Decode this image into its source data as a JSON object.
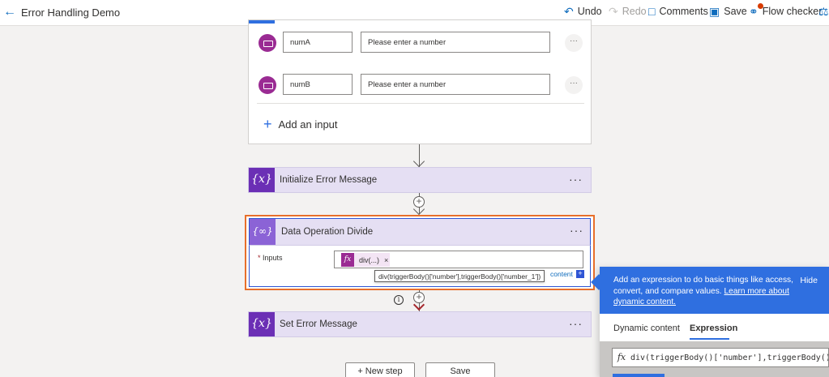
{
  "topbar": {
    "title": "Error Handling Demo",
    "undo": "Undo",
    "redo": "Redo",
    "comments": "Comments",
    "save": "Save",
    "flow_checker": "Flow checker"
  },
  "trigger": {
    "inputs": [
      {
        "name": "numA",
        "placeholder": "Please enter a number"
      },
      {
        "name": "numB",
        "placeholder": "Please enter a number"
      }
    ],
    "add_input": "Add an input"
  },
  "actions": {
    "init_error": "Initialize Error Message",
    "divide": "Data Operation Divide",
    "set_error": "Set Error Message"
  },
  "divide_card": {
    "inputs_label": "Inputs",
    "token_text": "div(...)",
    "token_close": "×",
    "tooltip": "div(triggerBody()['number'],triggerBody()['number_1'])",
    "dynamic_link": "content"
  },
  "buttons": {
    "new_step": "+ New step",
    "save": "Save"
  },
  "expression_panel": {
    "intro": "Add an expression to do basic things like access, convert, and compare values.",
    "learn_more": "Learn more about dynamic content.",
    "hide": "Hide",
    "tabs": [
      "Dynamic content",
      "Expression"
    ],
    "active_tab": "Expression",
    "expression": "div(triggerBody()['number'],triggerBody()["
  },
  "colors": {
    "accent": "#2f6fe0",
    "action_purple": "#6b2fb5",
    "selection_orange": "#e86f2b",
    "trigger_badge": "#9a2b93"
  }
}
